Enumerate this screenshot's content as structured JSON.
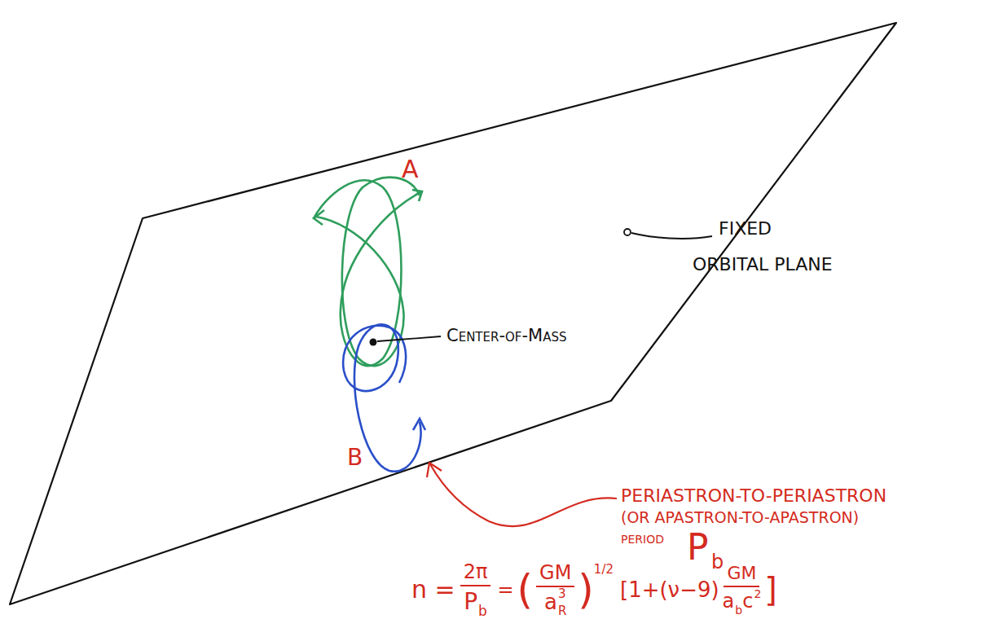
{
  "diagram": {
    "labels": [
      "A",
      "FIXED ORBITAL PLANE",
      "Center-of-Mass",
      "B",
      "PERIASTRON-TO-PERIASTRON (OR APASTRON-TO-APASTRON) PERIOD",
      "P",
      "b",
      "n =",
      "2π",
      "P",
      "b",
      "=",
      "(",
      "GM",
      "a",
      "R",
      "3",
      ")",
      "1/2",
      "[1+(ν−9)",
      "GM",
      "a",
      "b",
      "c",
      "2",
      "]"
    ]
  }
}
